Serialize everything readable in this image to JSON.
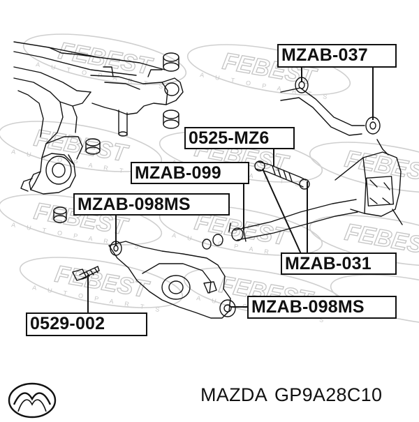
{
  "watermark": {
    "brand": "FEBEST",
    "sub": "A U T O   P A R T S"
  },
  "callouts": {
    "c037": "MZAB-037",
    "c6": "0525-MZ6",
    "c099": "MZAB-099",
    "c098a": "MZAB-098MS",
    "c031": "MZAB-031",
    "c098b": "MZAB-098MS",
    "c002": "0529-002"
  },
  "footer": {
    "make": "MAZDA",
    "part": "GP9A28C10",
    "logo_icon": "mazda-logo-icon"
  },
  "colors": {
    "line": "#111111",
    "watermark": "#c8c8c8",
    "background": "#ffffff"
  }
}
